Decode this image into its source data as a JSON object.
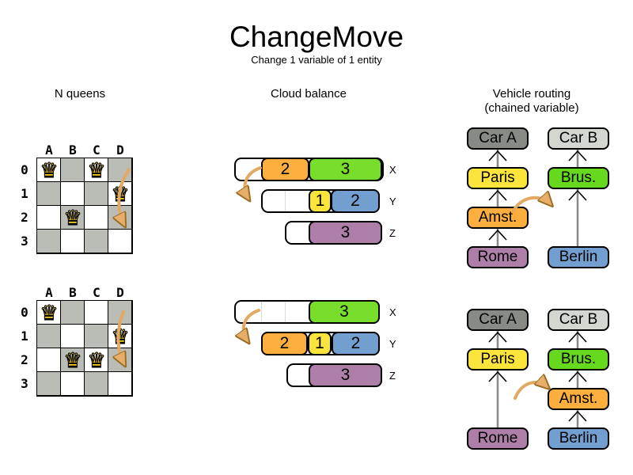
{
  "title": "ChangeMove",
  "subtitle": "Change 1 variable of 1 entity",
  "sections": {
    "nqueens": {
      "label": "N queens"
    },
    "cloud": {
      "label": "Cloud balance"
    },
    "vehicle": {
      "label": "Vehicle routing",
      "sublabel": "(chained variable)"
    }
  },
  "nqueens": {
    "col_labels": [
      "A",
      "B",
      "C",
      "D"
    ],
    "row_labels": [
      "0",
      "1",
      "2",
      "3"
    ],
    "queen_glyph": "♛",
    "before": {
      "queens": [
        [
          0,
          0
        ],
        [
          2,
          0
        ],
        [
          3,
          1
        ],
        [
          1,
          2
        ]
      ],
      "move_from": "C0",
      "move_to": "C2"
    },
    "after": {
      "queens": [
        [
          0,
          0
        ],
        [
          3,
          1
        ],
        [
          1,
          2
        ],
        [
          2,
          2
        ]
      ]
    }
  },
  "cloud": {
    "computer_labels": [
      "X",
      "Y",
      "Z"
    ],
    "before": {
      "X": [
        {
          "value": "2",
          "color": "orange"
        },
        {
          "value": "3",
          "color": "green"
        }
      ],
      "Y": [
        {
          "value": "1",
          "color": "yellow"
        },
        {
          "value": "2",
          "color": "blue"
        }
      ],
      "Z": [
        {
          "value": "3",
          "color": "purple"
        }
      ]
    },
    "after": {
      "X": [
        {
          "value": "3",
          "color": "green"
        }
      ],
      "Y": [
        {
          "value": "2",
          "color": "orange"
        },
        {
          "value": "1",
          "color": "yellow"
        },
        {
          "value": "2",
          "color": "blue"
        }
      ],
      "Z": [
        {
          "value": "3",
          "color": "purple"
        }
      ]
    }
  },
  "vehicle": {
    "before": {
      "left_chain": [
        "Car A",
        "Paris",
        "Amst.",
        "Rome"
      ],
      "right_chain": [
        "Car B",
        "Brus.",
        "Berlin"
      ]
    },
    "after": {
      "left_chain": [
        "Car A",
        "Paris",
        "Rome"
      ],
      "right_chain": [
        "Car B",
        "Brus.",
        "Amst.",
        "Berlin"
      ]
    }
  },
  "colors": {
    "orange": "#fcaf3e",
    "yellow": "#fbe43c",
    "green": "#79dd2b",
    "blue": "#729fcf",
    "purple": "#ad7fa8",
    "car_a_gray": "#888a85",
    "car_b_gray": "#d3d7cf",
    "board_gray": "#babdb6",
    "move_arrow_tan": "#e2a963",
    "chain_line_gray": "#888a85"
  }
}
